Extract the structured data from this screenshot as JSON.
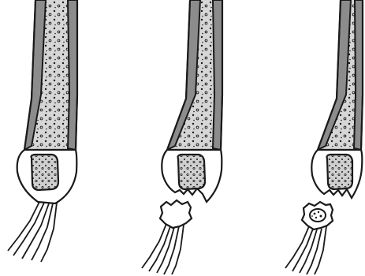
{
  "figure": {
    "panels": [
      {
        "id": "intact",
        "icon": "bone-tendon-intact-icon"
      },
      {
        "id": "avulsed",
        "icon": "bone-tendon-avulsion-icon"
      },
      {
        "id": "avulsed-cored",
        "icon": "bone-tendon-avulsion-cored-icon"
      }
    ],
    "colors": {
      "ink": "#1a1a1a",
      "cortex": "#8c8c8c",
      "marrow": "#d6d6d6",
      "background": "#ffffff"
    }
  }
}
